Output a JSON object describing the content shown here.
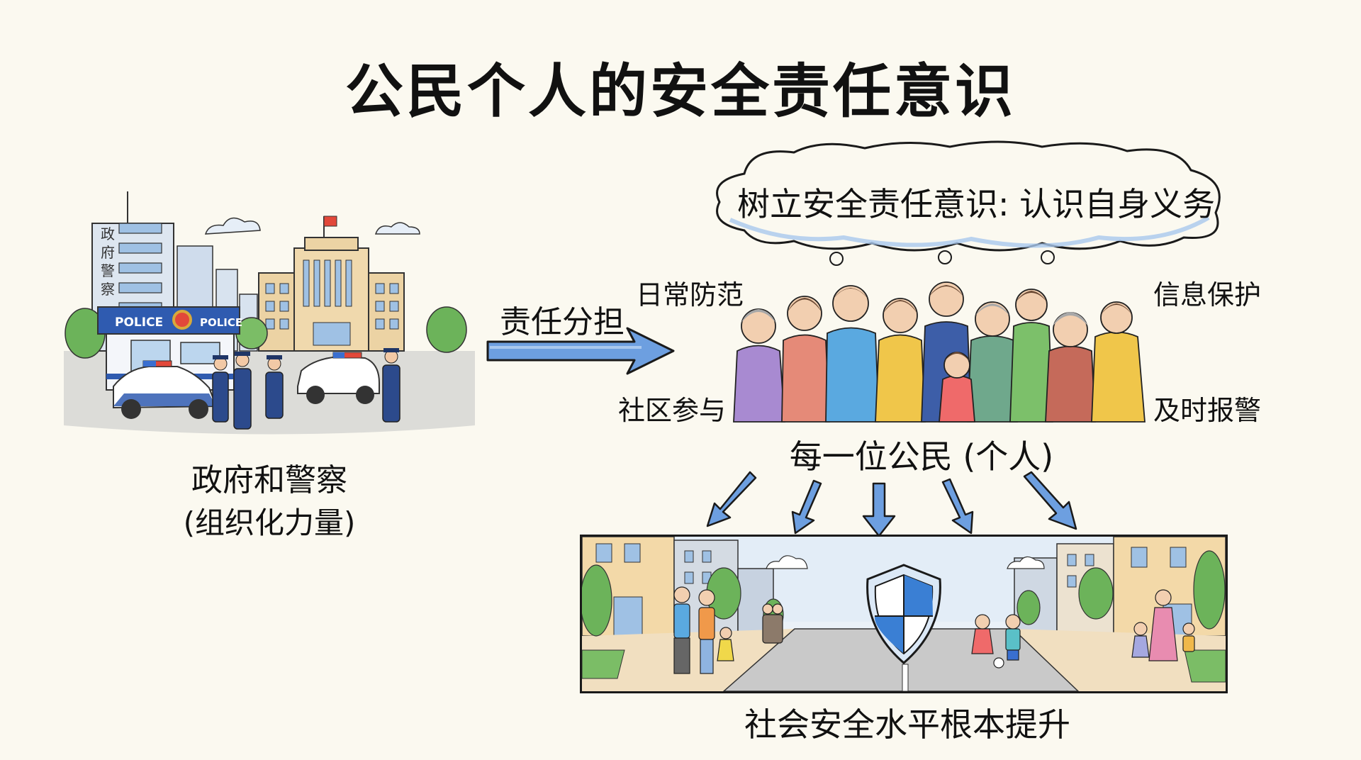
{
  "title": "公民个人的安全责任意识",
  "left_panel": {
    "scene": "government-police-scene",
    "building_sign": "政府警察",
    "station_sign_left": "POLICE",
    "station_sign_right": "POLICE",
    "caption_line1": "政府和警察",
    "caption_line2": "(组织化力量)"
  },
  "main_arrow": {
    "label": "责任分担",
    "color": "#5b8fd6"
  },
  "thought_cloud": {
    "text": "树立安全责任意识: 认识自身义务"
  },
  "citizens": {
    "scene": "group-of-citizens",
    "caption": "每一位公民 (个人)",
    "duties": [
      {
        "label": "日常防范",
        "position": "top-left"
      },
      {
        "label": "信息保护",
        "position": "top-right"
      },
      {
        "label": "社区参与",
        "position": "bottom-left"
      },
      {
        "label": "及时报警",
        "position": "bottom-right"
      }
    ]
  },
  "down_arrows": {
    "count": 5,
    "color": "#5b8fd6"
  },
  "bottom_panel": {
    "scene": "safe-community-street",
    "caption": "社会安全水平根本提升"
  },
  "colors": {
    "background": "#fbf9f0",
    "arrow_blue": "#5b8fd6",
    "police_blue": "#2c4a8c",
    "shield_blue": "#3a7fd4",
    "tree_green": "#6cb35a",
    "building_beige": "#ecd3a4"
  }
}
